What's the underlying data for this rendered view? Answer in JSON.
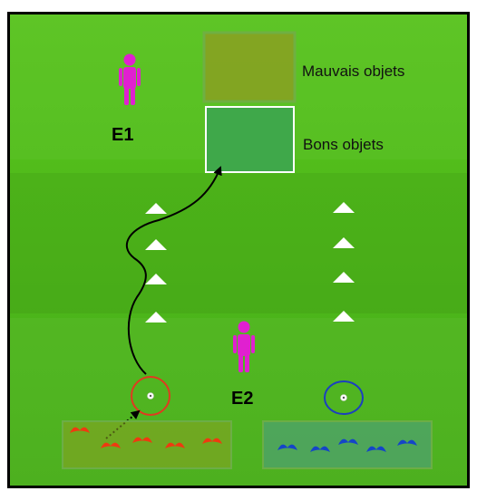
{
  "players": {
    "e1": {
      "label": "E1",
      "color": "#e020d0"
    },
    "e2": {
      "label": "E2",
      "color": "#e020d0"
    }
  },
  "legend": {
    "bad_objects": {
      "label": "Mauvais objets",
      "color": "#8aa022"
    },
    "good_objects": {
      "label": "Bons objets",
      "color": "#3fa84a"
    }
  },
  "colors": {
    "field": "#52bd1b",
    "cone": "#ffffff",
    "red_team": "#ee3a10",
    "blue_team": "#1445c8",
    "path": "#000000"
  },
  "icons": {
    "player": "person-icon",
    "ball": "soccer-ball-icon",
    "cone": "triangle-cone-icon",
    "marker": "dome-marker-icon"
  }
}
